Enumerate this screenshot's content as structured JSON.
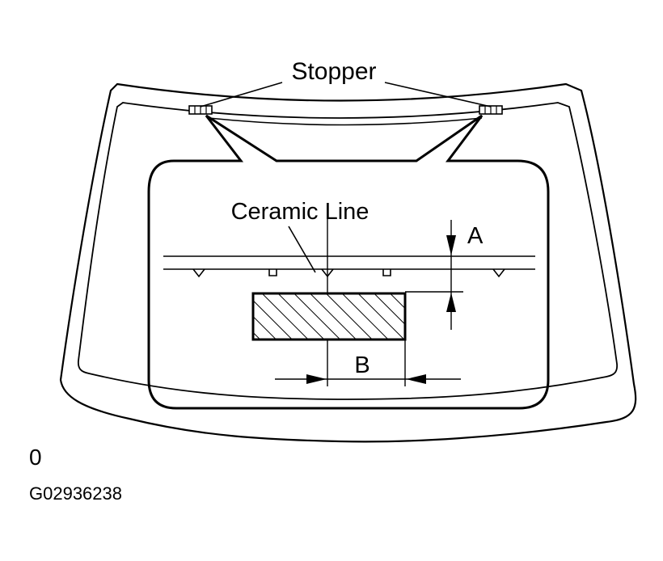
{
  "labels": {
    "stopper": "Stopper",
    "ceramic_line": "Ceramic Line",
    "dim_a": "A",
    "dim_b": "B",
    "corner_mark": "0",
    "figure_id": "G02936238"
  }
}
